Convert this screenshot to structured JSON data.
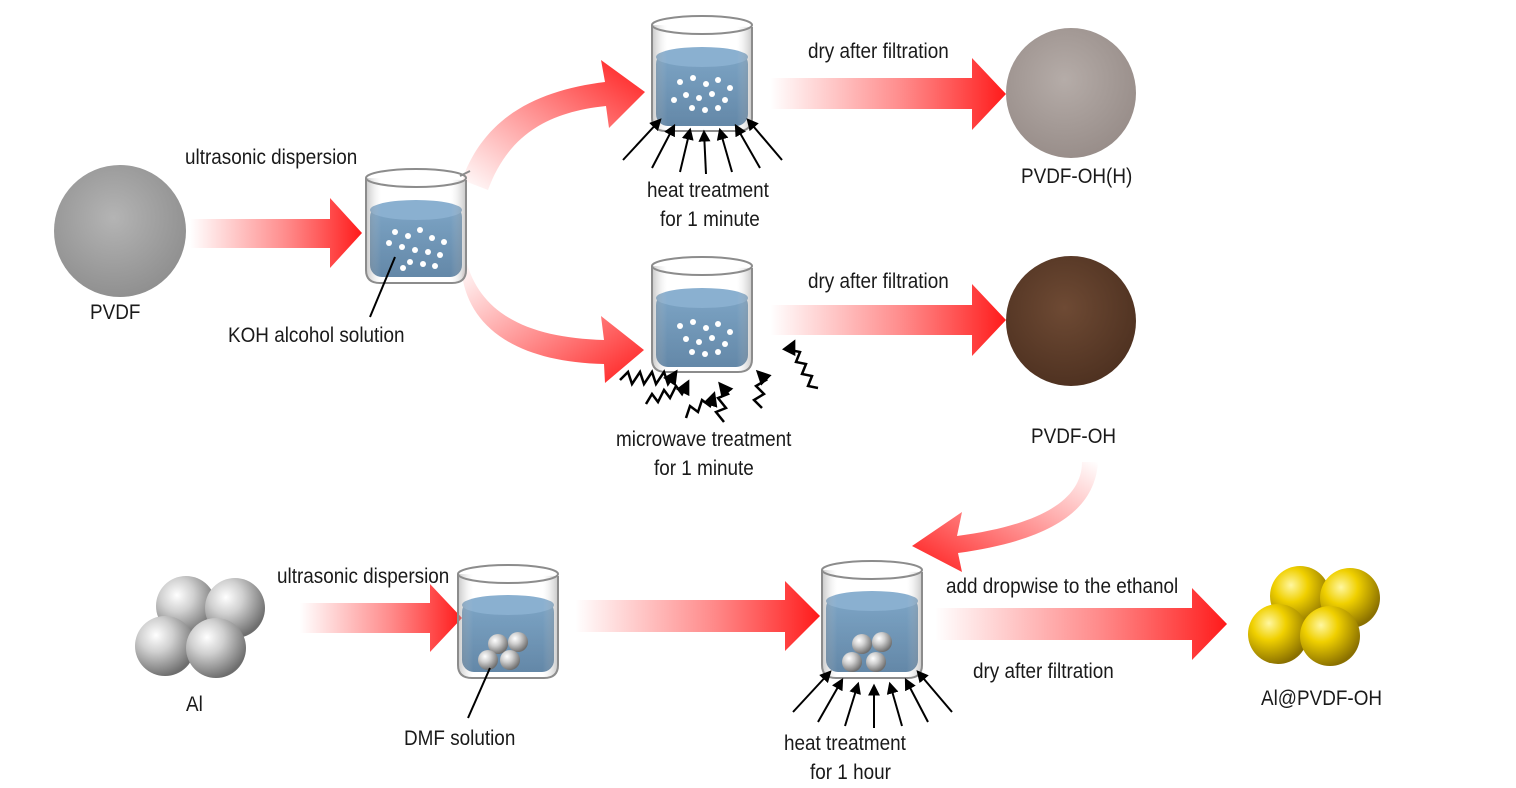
{
  "labels": {
    "ultrasonic_1": "ultrasonic dispersion",
    "pvdf": "PVDF",
    "koh": "KOH alcohol solution",
    "dry_1": "dry after filtration",
    "heat_1a": "heat treatment",
    "heat_1b": "for 1 minute",
    "pvdf_oh_h": "PVDF-OH(H)",
    "dry_2": "dry after filtration",
    "micro_a": "microwave treatment",
    "micro_b": "for 1 minute",
    "pvdf_oh": "PVDF-OH",
    "ultrasonic_2": "ultrasonic dispersion",
    "al": "Al",
    "dmf": "DMF solution",
    "add_dropwise": "add dropwise to the ethanol",
    "dry_3": "dry after filtration",
    "heat_2a": "heat treatment",
    "heat_2b": "for 1 hour",
    "al_pvdf_oh": "Al@PVDF-OH"
  },
  "colors": {
    "arrow": "#ff2a2a",
    "liquid": "#4a7ea8",
    "pvdf_disc": "#9a9a9a",
    "pvdf_oh_h_disc": "#a59a94",
    "pvdf_oh_disc": "#5a3a28",
    "al_sphere": "#c8c8c8",
    "coated_sphere": "#e8c800"
  }
}
